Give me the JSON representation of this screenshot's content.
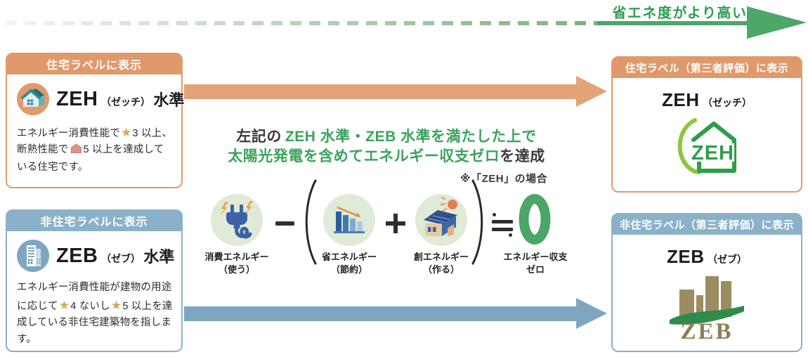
{
  "colors": {
    "green_text": "#2f9e52",
    "green_arrow": "#4ca768",
    "orange": "#e0996b",
    "orange_arrow": "#e2a377",
    "blue": "#8bb1c9",
    "blue_arrow": "#7fa6c0",
    "zero_green": "#4ba767",
    "equation_circle_bg": "#dfead7",
    "star_gold": "#d8a558",
    "text_dark": "#3a3a3a"
  },
  "top_arrow": {
    "label": "省エネ度がより高い"
  },
  "headline": {
    "prefix": "左記の",
    "line1_green": "ZEH 水準・ZEB 水準を満たした上で",
    "line2_green": "太陽光発電を含めてエネルギー収支ゼロ",
    "line2_suffix": "を達成",
    "note": "※「ZEH」の場合"
  },
  "equation": {
    "operators": {
      "minus": "−",
      "plus": "＋",
      "approx": "≒"
    },
    "zero": "0",
    "terms": [
      {
        "label1": "消費エネルギー",
        "label2": "（使う）",
        "icon": "plug-icon"
      },
      {
        "label1": "省エネルギー",
        "label2": "（節約）",
        "icon": "bar-chart-icon"
      },
      {
        "label1": "創エネルギー",
        "label2": "（作る）",
        "icon": "solar-house-icon"
      }
    ],
    "result": {
      "label1": "エネルギー収支",
      "label2": "ゼロ"
    }
  },
  "cards": {
    "left_top": {
      "header": "住宅ラベルに表示",
      "title_main": "ZEH",
      "title_kana": "（ゼッチ）",
      "title_suffix": "水準",
      "desc_s1": "エネルギー消費性能で",
      "desc_star1": "★",
      "desc_s2": "3 以上、断熱性能で",
      "desc_s3": "5 以上を達成している住宅です。"
    },
    "left_bottom": {
      "header": "非住宅ラベルに表示",
      "title_main": "ZEB",
      "title_kana": "（ゼブ）",
      "title_suffix": "水準",
      "desc_s1": "エネルギー消費性能が建物の用途に応じて",
      "desc_star1": "★",
      "desc_s2": "4 ないし",
      "desc_star2": "★",
      "desc_s3": "5 以上を達成している非住宅建築物を指します。"
    },
    "right_top": {
      "header": "住宅ラベル（第三者評価）に表示",
      "title_main": "ZEH",
      "title_kana": "（ゼッチ）",
      "logo_text": "ZEH"
    },
    "right_bottom": {
      "header": "非住宅ラベル（第三者評価）に表示",
      "title_main": "ZEB",
      "title_kana": "（ゼブ）",
      "logo_text": "ZEB"
    }
  }
}
